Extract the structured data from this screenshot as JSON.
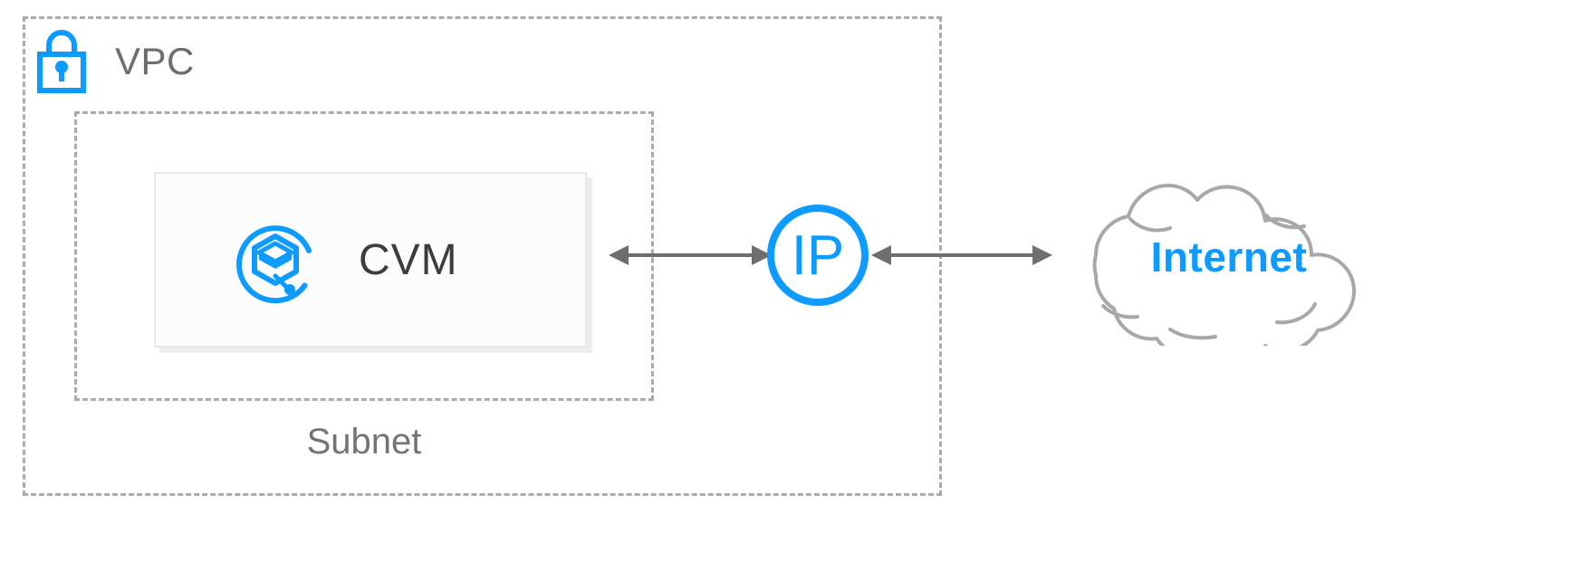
{
  "diagram": {
    "title": "VPC public network access topology",
    "colors": {
      "accent_blue": "#0d9bff",
      "dashed_gray": "#ababab",
      "text_gray": "#6e6e6e",
      "arrow_gray": "#6e6e6e",
      "cloud_gray": "#a8a8a8",
      "card_bg": "#fcfcfc"
    }
  },
  "vpc": {
    "label": "VPC",
    "icon": "lock-icon"
  },
  "subnet": {
    "label": "Subnet"
  },
  "cvm": {
    "label": "CVM",
    "icon": "cvm-cube-icon"
  },
  "ip": {
    "label": "IP",
    "icon": "ip-circle-icon"
  },
  "internet": {
    "label": "Internet",
    "icon": "cloud-icon"
  },
  "connections": [
    {
      "name": "subnet-to-ip",
      "from": "Subnet",
      "to": "IP",
      "direction": "bidirectional"
    },
    {
      "name": "ip-to-internet",
      "from": "IP",
      "to": "Internet",
      "direction": "bidirectional"
    }
  ]
}
